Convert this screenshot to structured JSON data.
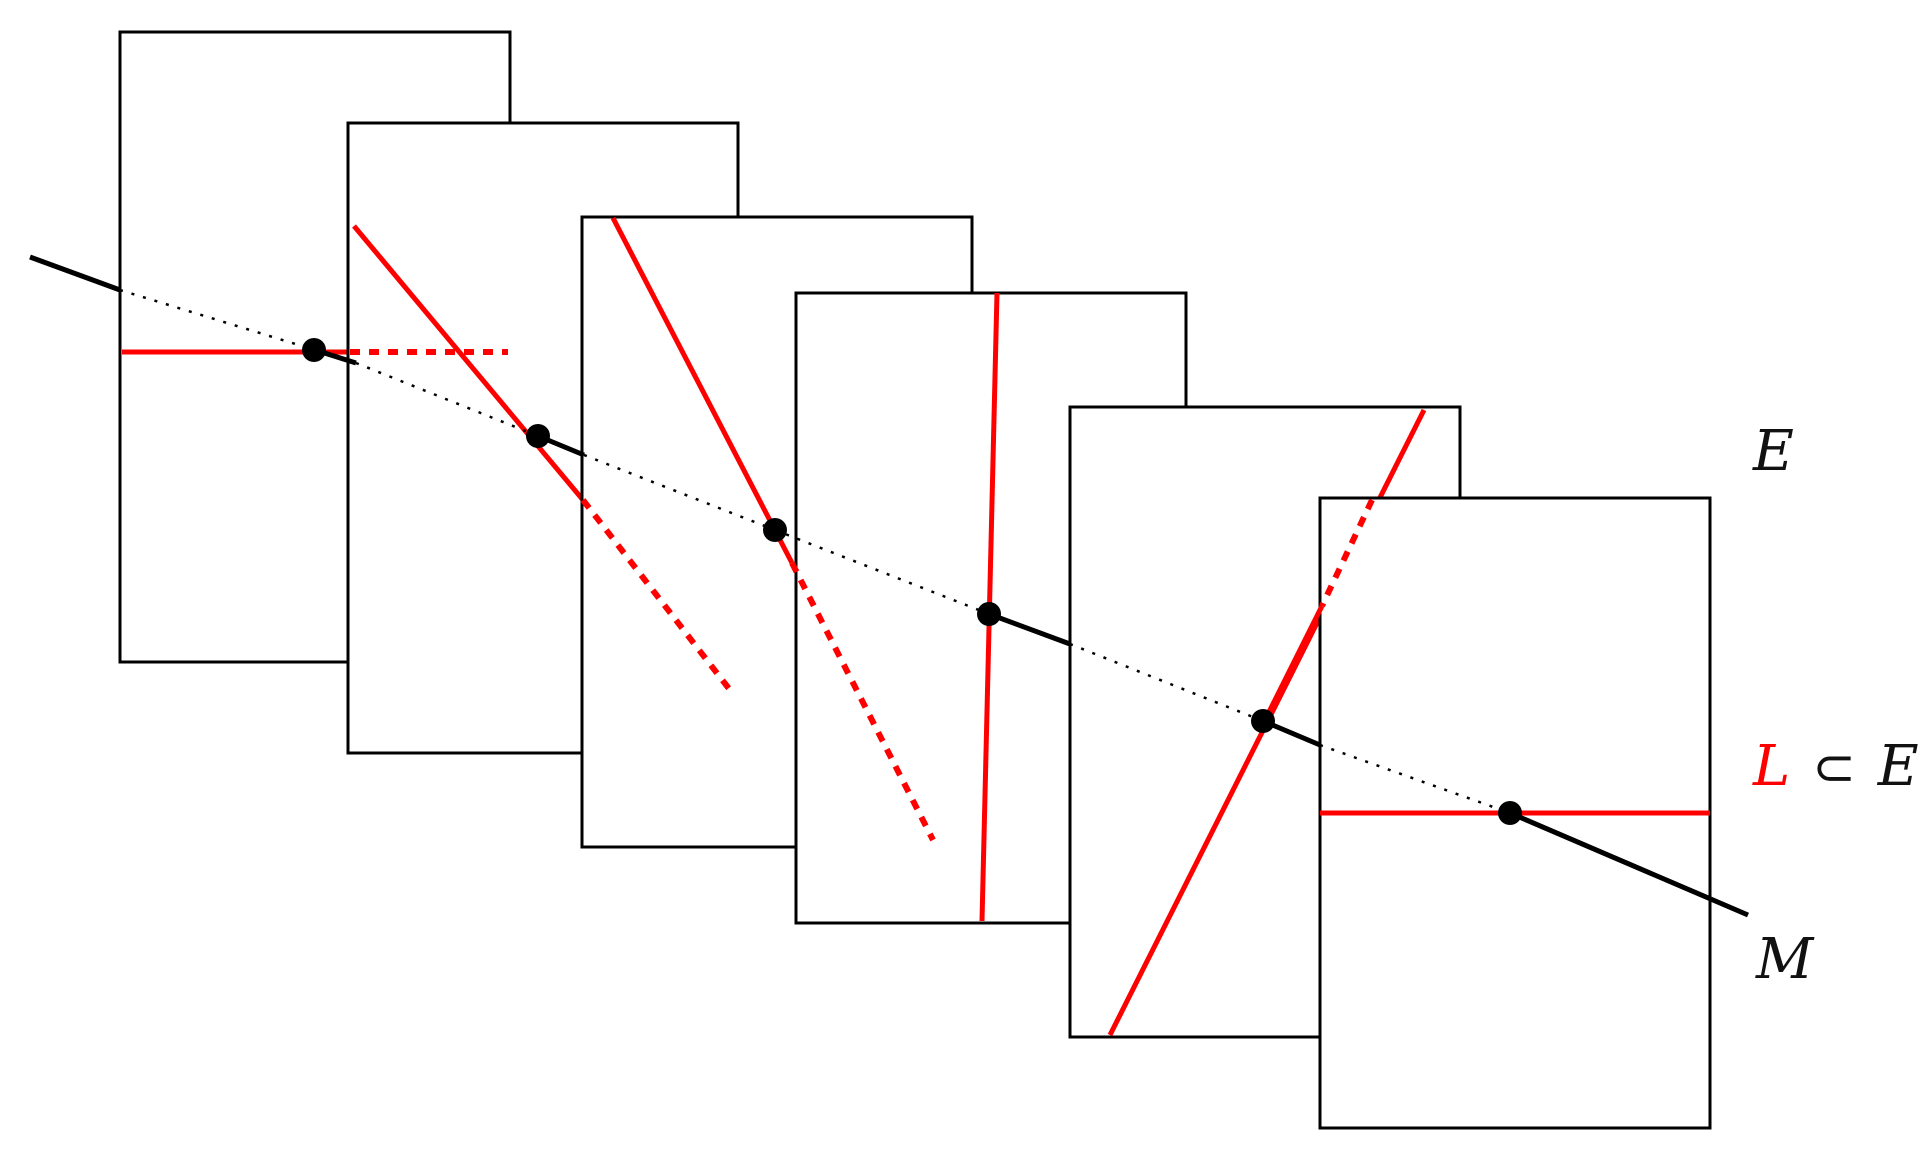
{
  "labels": {
    "fiber_space": "E",
    "line_bundle_L": "L",
    "subset_symbol": "⊂",
    "line_bundle_E": "E",
    "base_manifold": "M"
  },
  "colors": {
    "frame": "#000000",
    "section_line": "#ff0000",
    "base_curve": "#000000"
  }
}
